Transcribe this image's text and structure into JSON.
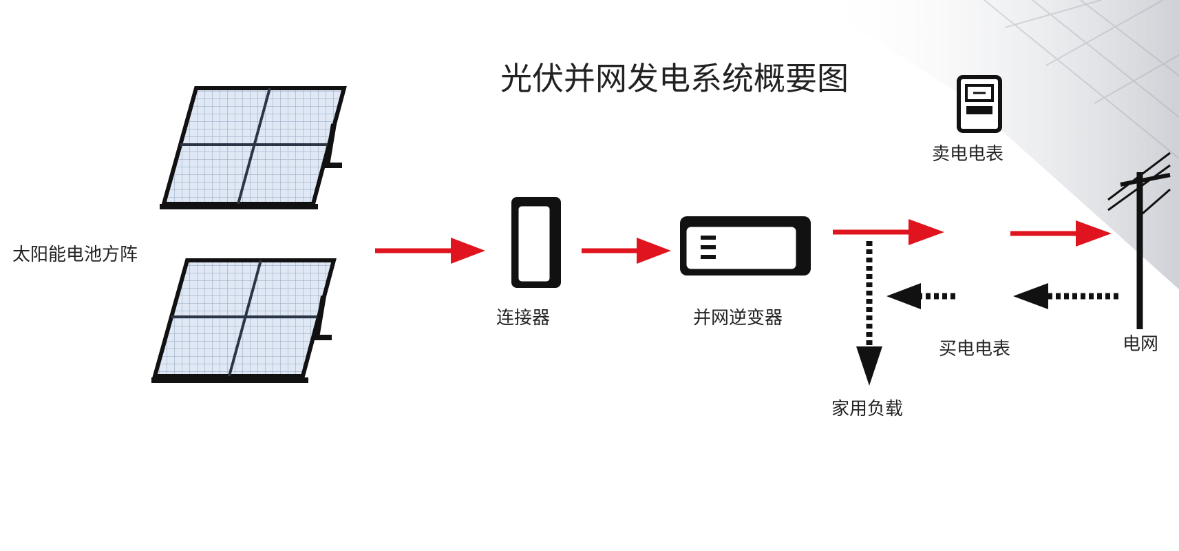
{
  "diagram": {
    "title": "光伏并网发电系统概要图",
    "nodes": {
      "solar_array": "太阳能电池方阵",
      "connector": "连接器",
      "inverter": "并网逆变器",
      "sell_meter": "卖电电表",
      "buy_meter": "买电电表",
      "grid": "电网",
      "home_load": "家用负载"
    },
    "colors": {
      "power_flow_arrow": "#e0141e",
      "return_flow_arrow": "#111111",
      "panel_cell": "#dfe8f4",
      "panel_frame": "#111111"
    },
    "edges": [
      {
        "from": "solar_array",
        "to": "connector",
        "style": "solid-red"
      },
      {
        "from": "connector",
        "to": "inverter",
        "style": "solid-red"
      },
      {
        "from": "inverter",
        "to": "sell_meter",
        "style": "solid-red"
      },
      {
        "from": "sell_meter",
        "to": "grid",
        "style": "solid-red"
      },
      {
        "from": "grid",
        "to": "buy_meter",
        "style": "dotted-black"
      },
      {
        "from": "buy_meter",
        "to": "inverter_output",
        "style": "dotted-black"
      },
      {
        "from": "inverter_output",
        "to": "home_load",
        "style": "dotted-black"
      }
    ]
  }
}
